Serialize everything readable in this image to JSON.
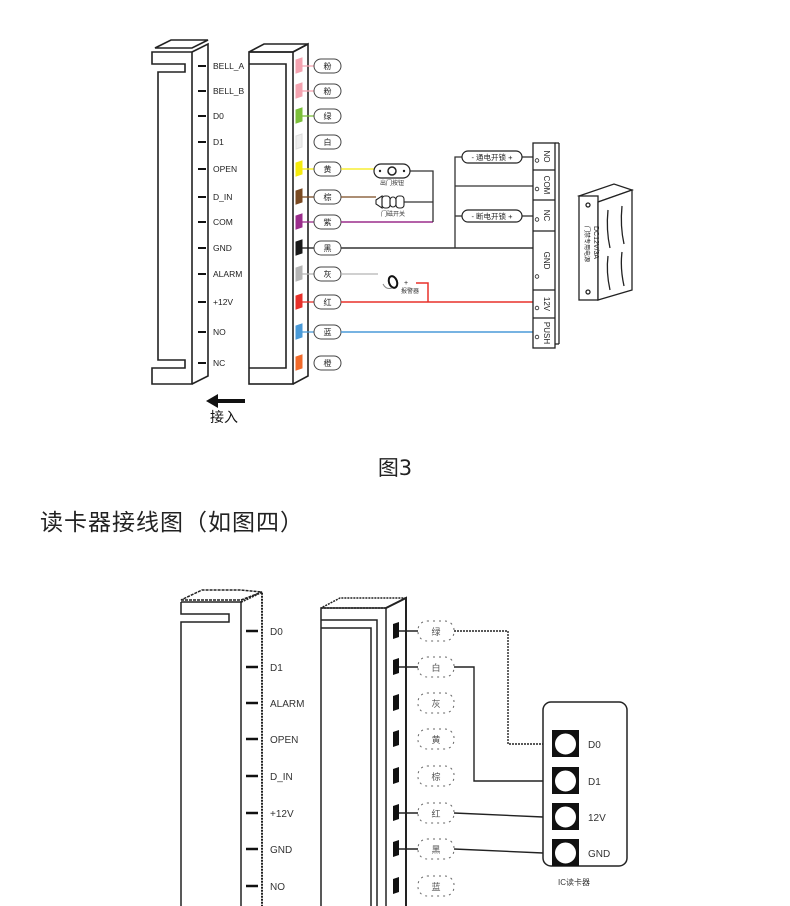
{
  "figure3": {
    "caption": "图3",
    "entry_arrow_label": "接入",
    "terminals": [
      {
        "label": "BELL_A",
        "wire_color_name": "粉",
        "color": "#f4a3b0"
      },
      {
        "label": "BELL_B",
        "wire_color_name": "粉",
        "color": "#f4a3b0"
      },
      {
        "label": "D0",
        "wire_color_name": "绿",
        "color": "#7cbf3a"
      },
      {
        "label": "D1",
        "wire_color_name": "白",
        "color": "#eeeeee"
      },
      {
        "label": "OPEN",
        "wire_color_name": "黄",
        "color": "#f5ea0c"
      },
      {
        "label": "D_IN",
        "wire_color_name": "棕",
        "color": "#7a4a22"
      },
      {
        "label": "COM",
        "wire_color_name": "紫",
        "color": "#9b2d8c"
      },
      {
        "label": "GND",
        "wire_color_name": "黑",
        "color": "#1a1a1a"
      },
      {
        "label": "ALARM",
        "wire_color_name": "灰",
        "color": "#b5b5b5"
      },
      {
        "label": "+12V",
        "wire_color_name": "红",
        "color": "#e8302a"
      },
      {
        "label": "NO",
        "wire_color_name": "蓝",
        "color": "#4a9ad8"
      },
      {
        "label": "NC",
        "wire_color_name": "橙",
        "color": "#f26a2a"
      }
    ],
    "devices": {
      "exit_button": "出门按钮",
      "door_sensor": "门磁开关",
      "alarm": "报警器",
      "alarm_plus": "+"
    },
    "lock_labels": {
      "power_on_lock": "- 通电开锁 +",
      "power_off_lock": "- 断电开锁 +"
    },
    "power_terminals": [
      "NO",
      "COM",
      "NC",
      "GND",
      "12V",
      "PUSH"
    ],
    "power_supply": {
      "line1": "DC12V/3A",
      "line2": "门禁专用电源"
    }
  },
  "section_heading": "读卡器接线图（如图四）",
  "figure4": {
    "terminals": [
      "D0",
      "D1",
      "ALARM",
      "OPEN",
      "D_IN",
      "+12V",
      "GND",
      "NO"
    ],
    "wire_color_names": [
      "绿",
      "白",
      "灰",
      "黄",
      "棕",
      "红",
      "黑",
      "蓝"
    ],
    "reader_pins": [
      "D0",
      "D1",
      "12V",
      "GND"
    ],
    "reader_caption": "IC读卡器"
  }
}
